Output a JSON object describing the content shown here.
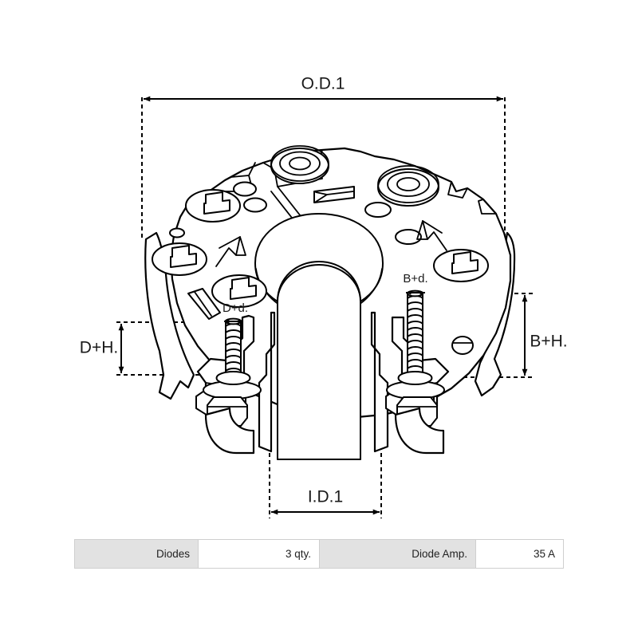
{
  "drawing": {
    "title": "alternator-rectifier-exploded-dimension-drawing",
    "dimensions": {
      "outer_diameter": "O.D.1",
      "inner_diameter": "I.D.1",
      "d_height": "D+H.",
      "d_diameter": "D+d.",
      "b_height": "B+H.",
      "b_diameter": "B+d."
    },
    "line_color": "#000000",
    "background_color": "#ffffff"
  },
  "spec_table": {
    "rows": [
      {
        "label": "Diodes",
        "value": "3 qty.",
        "label2": "Diode Amp.",
        "value2": "35 A"
      }
    ],
    "header_bg": "#e2e2e2",
    "value_bg": "#ffffff",
    "border_color": "#cfcfcf"
  }
}
